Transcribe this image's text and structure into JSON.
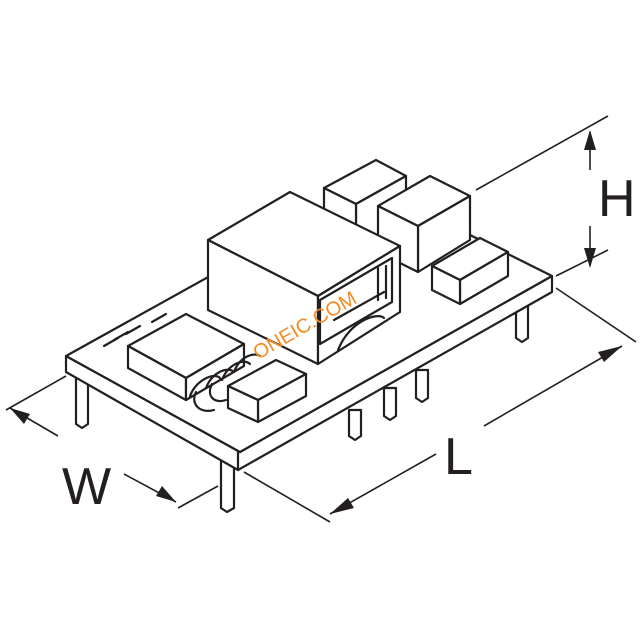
{
  "dimensions": {
    "height_label": "H",
    "length_label": "L",
    "width_label": "W"
  },
  "watermark": {
    "text": "ONEIC.COM",
    "color": "#f58a1f"
  },
  "colors": {
    "line": "#231f20",
    "background": "#ffffff"
  }
}
